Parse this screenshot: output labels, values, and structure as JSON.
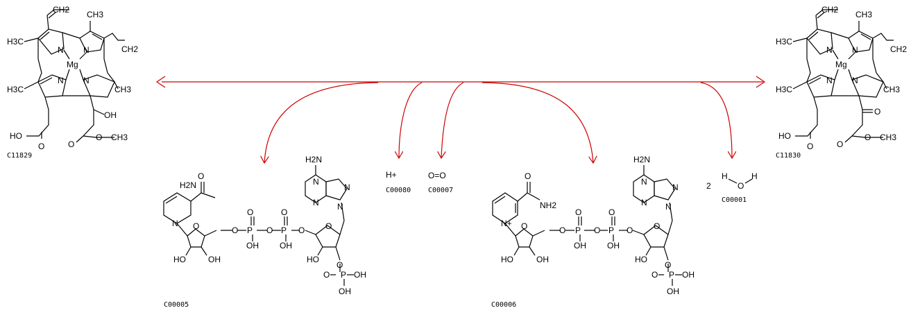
{
  "compounds": {
    "c11829": {
      "id": "C11829"
    },
    "c11830": {
      "id": "C11830"
    },
    "c00005": {
      "id": "C00005"
    },
    "c00080": {
      "id": "C00080",
      "formula": "H+"
    },
    "c00007": {
      "id": "C00007",
      "formula": "O=O"
    },
    "c00006": {
      "id": "C00006"
    },
    "c00001": {
      "id": "C00001",
      "coefficient": "2"
    }
  },
  "atoms": {
    "H3C": "H3C",
    "CH3": "CH3",
    "CH2": "CH2",
    "Mg": "Mg",
    "N": "N",
    "N_plus": "N+",
    "OH": "OH",
    "HO": "HO",
    "O": "O",
    "P": "P",
    "H2N": "H2N",
    "NH2": "NH2",
    "H": "H",
    "Hplus": "H+"
  },
  "colors": {
    "arrow": "#cc0000",
    "structure": "#000000",
    "background": "#ffffff"
  }
}
